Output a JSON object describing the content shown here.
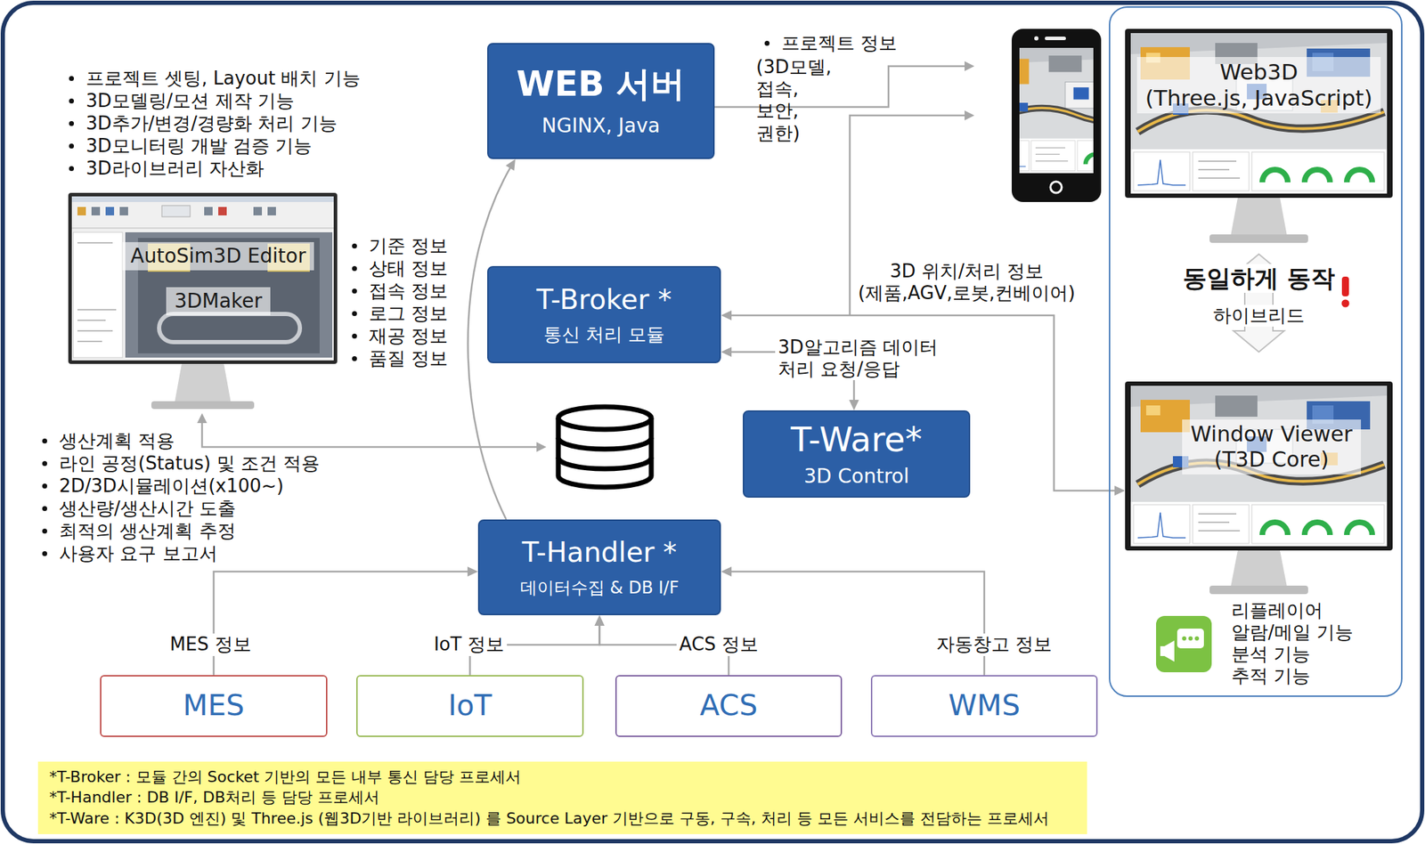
{
  "diagram": {
    "nodes": [
      {
        "text": [
          "WEB 서버",
          "NGINX, Java"
        ]
      },
      {
        "text": [
          "동일하게 동작",
          "하이브리드",
          "리플레이어",
          "알람/메일 기능",
          "분석 기능",
          "추적 기능"
        ]
      },
      {
        "text": [
          "Web3D",
          "(Three.js, JavaScript)"
        ],
        "in": 1
      },
      {
        "text": [
          "AutoSim3D Editor",
          "3DMaker"
        ]
      },
      {
        "text": [
          "T-Broker *",
          "통신 처리 모듈"
        ]
      },
      {
        "text": [
          "T-Ware*",
          "3D Control"
        ]
      },
      {
        "text": [
          "Window Viewer",
          "(T3D Core)"
        ],
        "in": 1
      },
      {
        "text": [
          "T-Handler *",
          "데이터수집 & DB I/F"
        ]
      },
      {
        "text": [
          "MES"
        ]
      },
      {
        "text": [
          "IoT"
        ]
      },
      {
        "text": [
          "ACS"
        ]
      },
      {
        "text": [
          "WMS"
        ]
      },
      {
        "text": [
          "*T-Broker : 모듈 간의 Socket 기반의 모든 내부 통신 담당 프로세서",
          "*T-Handler : DB I/F, DB처리 등 담당 프로세서",
          "*T-Ware : K3D(3D 엔진) 및 Three.js (웹3D기반 라이브러리) 를 Source Layer 기반으로 구동, 구속, 처리 등 모든 서비스를 전담하는 프로세서"
        ]
      }
    ],
    "edges": [
      {
        "from": 7,
        "to": 0,
        "arrow": "to"
      },
      {
        "from": 4,
        "to": 6,
        "arrow": "both",
        "label": "3D 위치/처리 정보 (제품,AGV,로봇,컨베이어)"
      },
      {
        "from": 4,
        "to": 5,
        "arrow": "both",
        "label": "3D알고리즘 데이터 처리 요청/응답"
      },
      {
        "from": 8,
        "to": 7,
        "arrow": "to",
        "label": "MES 정보"
      },
      {
        "from": 9,
        "to": 7,
        "arrow": "to",
        "label": "IoT 정보"
      },
      {
        "from": 10,
        "to": 7,
        "arrow": "to",
        "label": "ACS 정보"
      },
      {
        "from": 11,
        "to": 7,
        "arrow": "to",
        "label": "자동창고 정보"
      },
      {
        "from": 2,
        "to": 6,
        "arrow": "both"
      }
    ],
    "labels": [
      "프로젝트 셋팅, Layout 배치 기능",
      "3D모델링/모션 제작 기능",
      "3D추가/변경/경량화 처리 기능",
      "3D모니터링 개발 검증 기능",
      "3D라이브러리 자산화",
      "기준 정보",
      "상태 정보",
      "접속 정보",
      "로그 정보",
      "재공 정보",
      "품질 정보",
      "생산계획 적용",
      "라인 공정(Status) 및 조건 적용",
      "2D/3D시뮬레이션(x100~)",
      "생산량/생산시간 도출",
      "최적의 생산계획 추정",
      "사용자 요구 보고서",
      "프로젝트 정보",
      "(3D모델,접속, 보안,권한)"
    ]
  }
}
